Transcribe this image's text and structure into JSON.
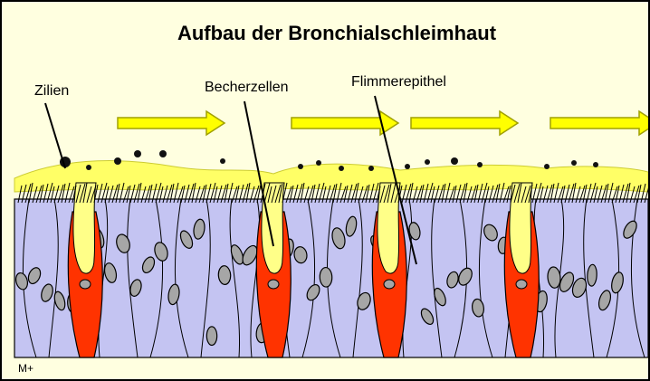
{
  "title": "Aufbau der Bronchialschleimhaut",
  "labels": {
    "cilia": "Zilien",
    "goblet_cells": "Becherzellen",
    "ciliated_epithelium": "Flimmerepithel"
  },
  "credit": "M+",
  "colors": {
    "background": "#ffffe0",
    "mucus": "#ffff66",
    "arrow_fill": "#ffff00",
    "arrow_stroke": "#a0a000",
    "cell": "#c4c4f2",
    "cell_outline": "#000000",
    "nucleus": "#a6a6a6",
    "goblet_cell": "#ff3300",
    "goblet_secretion": "#ffff88"
  },
  "icons": [
    "flow-arrow-icon"
  ]
}
